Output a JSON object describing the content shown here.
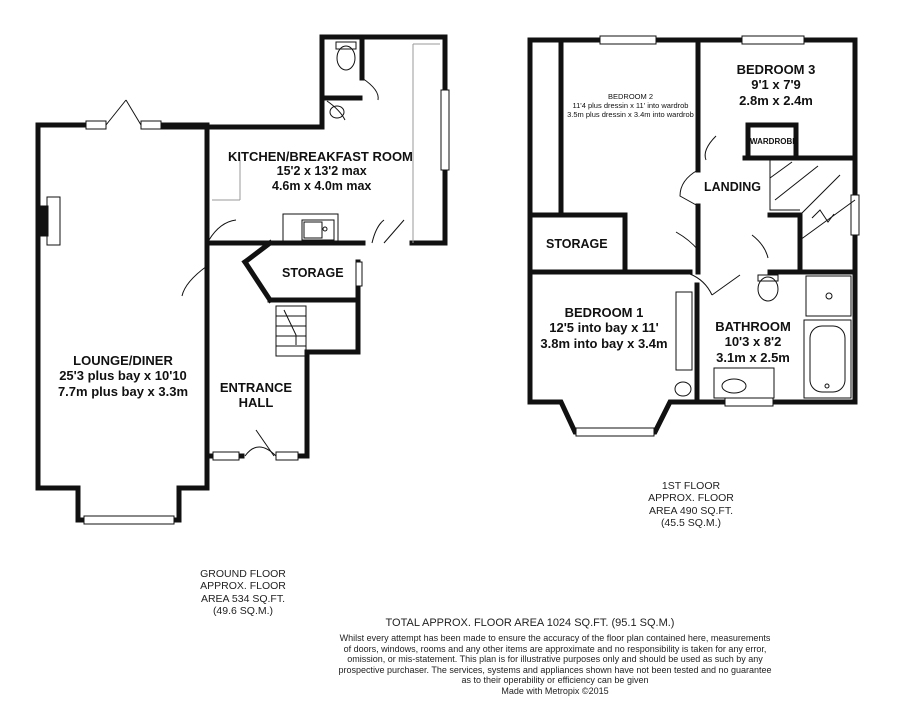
{
  "ground_floor": {
    "rooms": {
      "kitchen": {
        "name": "KITCHEN/BREAKFAST ROOM",
        "dim1": "15'2 x 13'2 max",
        "dim2": "4.6m x 4.0m max"
      },
      "storage": {
        "name": "STORAGE"
      },
      "lounge": {
        "name": "LOUNGE/DINER",
        "dim1": "25'3 plus bay x 10'10",
        "dim2": "7.7m plus bay x 3.3m"
      },
      "entrance": {
        "line1": "ENTRANCE",
        "line2": "HALL"
      }
    },
    "area": {
      "line1": "GROUND FLOOR",
      "line2": "APPROX. FLOOR",
      "line3": "AREA 534 SQ.FT.",
      "line4": "(49.6 SQ.M.)"
    }
  },
  "first_floor": {
    "rooms": {
      "bedroom2": {
        "name": "BEDROOM 2",
        "dim1": "11'4 plus dressin x 11' into wardrob",
        "dim2": "3.5m plus dressin x 3.4m into wardrob"
      },
      "bedroom3": {
        "name": "BEDROOM 3",
        "dim1": "9'1 x 7'9",
        "dim2": "2.8m x 2.4m"
      },
      "wardrobe": {
        "name": "WARDROBE"
      },
      "landing": {
        "name": "LANDING"
      },
      "storage": {
        "name": "STORAGE"
      },
      "bedroom1": {
        "name": "BEDROOM 1",
        "dim1": "12'5 into bay x 11'",
        "dim2": "3.8m into bay x 3.4m"
      },
      "bathroom": {
        "name": "BATHROOM",
        "dim1": "10'3 x 8'2",
        "dim2": "3.1m x 2.5m"
      }
    },
    "area": {
      "line1": "1ST FLOOR",
      "line2": "APPROX. FLOOR",
      "line3": "AREA 490 SQ.FT.",
      "line4": "(45.5 SQ.M.)"
    }
  },
  "footer": {
    "total": "TOTAL APPROX. FLOOR AREA 1024 SQ.FT. (95.1 SQ.M.)",
    "disclaimer": [
      "Whilst every attempt has been made to ensure the accuracy of the floor plan contained here, measurements",
      "of doors, windows, rooms and any other items are approximate and no responsibility is taken for any error,",
      "omission, or mis-statement. This plan is for illustrative purposes only and should be used as such by any",
      "prospective purchaser. The services, systems and appliances shown have not been tested and no guarantee",
      "as to their operability or efficiency can be given"
    ],
    "credit": "Made with Metropix ©2015"
  },
  "colors": {
    "wall": "#111111",
    "line": "#9a9a9a",
    "background": "#ffffff"
  }
}
